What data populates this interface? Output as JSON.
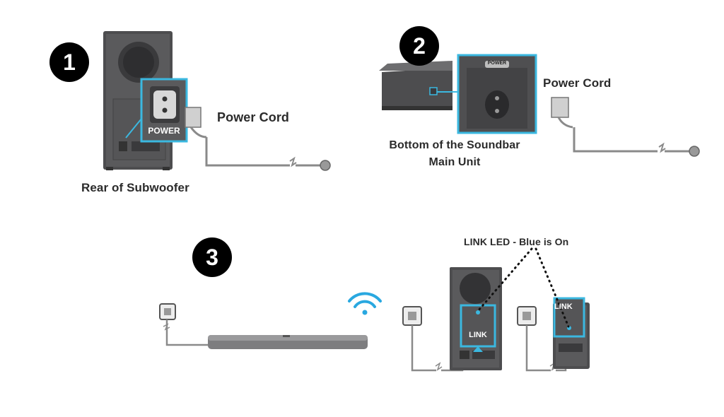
{
  "steps": [
    {
      "number": "1"
    },
    {
      "number": "2"
    },
    {
      "number": "3"
    }
  ],
  "step1": {
    "caption": "Rear of Subwoofer",
    "cord_label": "Power Cord",
    "port_label": "POWER"
  },
  "step2": {
    "caption_line1": "Bottom of the Soundbar",
    "caption_line2": "Main Unit",
    "cord_label": "Power Cord",
    "port_label": "POWER"
  },
  "step3": {
    "led_label": "LINK LED - Blue is On",
    "link_label_front": "LINK",
    "link_label_side": "LINK"
  },
  "colors": {
    "highlight": "#3bb8e0",
    "device_dark": "#4a4a4c",
    "device_mid": "#6b6b6d",
    "cable": "#8a8a8a",
    "wifi": "#29a8e0"
  },
  "icons": [
    "wifi-icon",
    "wall-outlet-icon",
    "power-plug-icon"
  ]
}
